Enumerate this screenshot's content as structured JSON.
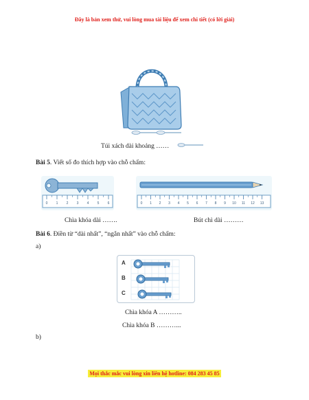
{
  "header": {
    "notice": "Đây là bản xem thử, vui lòng mua tài liệu để xem chi tiết (có lời giải)"
  },
  "bag": {
    "caption": "Túi xách dài khoảng ……"
  },
  "bai5": {
    "label": "Bài 5",
    "instruction": ". Viết số đo thích hợp vào chỗ chấm:",
    "key_caption": "Chìa khóa dài …….",
    "pencil_caption": "Bút chì dài ………",
    "key_ruler_ticks": [
      "0",
      "1",
      "2",
      "3",
      "4",
      "5",
      "6"
    ],
    "pencil_ruler_ticks": [
      "0",
      "1",
      "2",
      "3",
      "4",
      "5",
      "6",
      "7",
      "8",
      "9",
      "10",
      "11",
      "12",
      "13"
    ]
  },
  "bai6": {
    "label": "Bài 6",
    "instruction": ". Điền từ “dài nhất”, “ngắn nhất” vào chỗ chấm:",
    "part_a": "a)",
    "part_b": "b)",
    "row_labels": [
      "A",
      "B",
      "C"
    ],
    "line_a": "Chìa khóa A ………..",
    "line_b": "Chìa khóa B ………..."
  },
  "footer": {
    "hotline": "Mọi thắc mắc vui lòng xin liên hệ hotline: 084 283 45 85"
  },
  "colors": {
    "notice": "#e0201b",
    "hotline": "#e0201b",
    "footer_bg": "#f7ee3a",
    "illustration_blue": "#4a8fc4"
  }
}
